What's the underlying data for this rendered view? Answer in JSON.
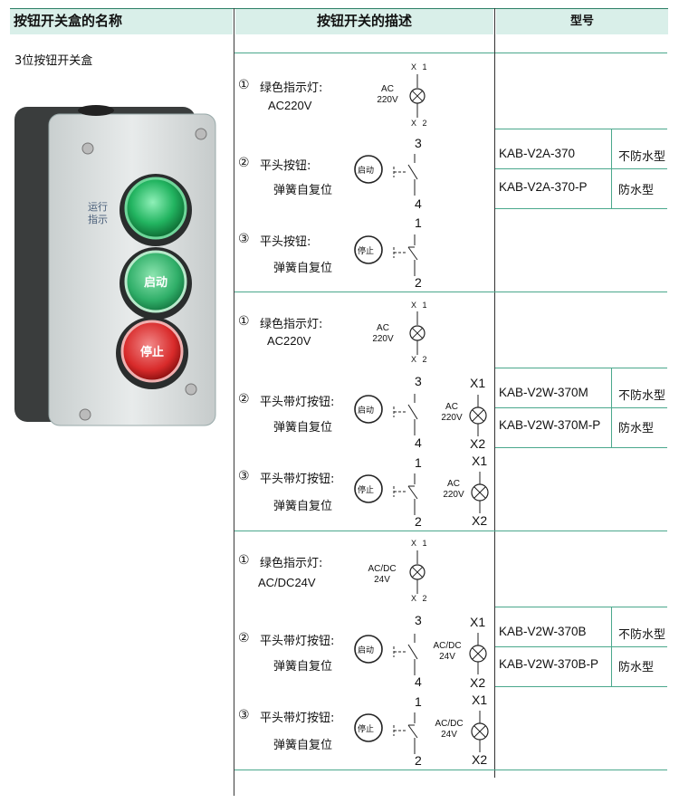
{
  "header": {
    "col_name": "按钮开关盒的名称",
    "col_desc": "按钮开关的描述",
    "col_model": "型号"
  },
  "product": {
    "name": "3位按钮开关盒",
    "label_run_top": "运行",
    "label_run_bottom": "指示",
    "btn_start": "启动",
    "btn_stop": "停止"
  },
  "groups": [
    {
      "items": [
        {
          "num": "①",
          "title": "绿色指示灯:",
          "sub": "AC220V",
          "volt_top": "AC",
          "volt_bottom": "220V",
          "t1": "X 1",
          "t2": "X 2"
        },
        {
          "num": "②",
          "title": "平头按钮:",
          "sub": "弹簧自复位",
          "btn": "启动",
          "t1": "3",
          "t2": "4"
        },
        {
          "num": "③",
          "title": "平头按钮:",
          "sub": "弹簧自复位",
          "btn": "停止",
          "t1": "1",
          "t2": "2"
        }
      ],
      "models": [
        {
          "code": "KAB-V2A-370",
          "type": "不防水型"
        },
        {
          "code": "KAB-V2A-370-P",
          "type": "防水型"
        }
      ]
    },
    {
      "items": [
        {
          "num": "①",
          "title": "绿色指示灯:",
          "sub": "AC220V",
          "volt_top": "AC",
          "volt_bottom": "220V",
          "t1": "X 1",
          "t2": "X 2"
        },
        {
          "num": "②",
          "title": "平头带灯按钮:",
          "sub": "弹簧自复位",
          "btn": "启动",
          "t1": "3",
          "t2": "4",
          "lamp_top": "AC",
          "lamp_bottom": "220V",
          "x1": "X1",
          "x2": "X2"
        },
        {
          "num": "③",
          "title": "平头带灯按钮:",
          "sub": "弹簧自复位",
          "btn": "停止",
          "t1": "1",
          "t2": "2",
          "lamp_top": "AC",
          "lamp_bottom": "220V",
          "x1": "X1",
          "x2": "X2"
        }
      ],
      "models": [
        {
          "code": "KAB-V2W-370M",
          "type": "不防水型"
        },
        {
          "code": "KAB-V2W-370M-P",
          "type": "防水型"
        }
      ]
    },
    {
      "items": [
        {
          "num": "①",
          "title": "绿色指示灯:",
          "sub": "AC/DC24V",
          "volt_top": "AC/DC",
          "volt_bottom": "24V",
          "t1": "X 1",
          "t2": "X 2"
        },
        {
          "num": "②",
          "title": "平头带灯按钮:",
          "sub": "弹簧自复位",
          "btn": "启动",
          "t1": "3",
          "t2": "4",
          "lamp_top": "AC/DC",
          "lamp_bottom": "24V",
          "x1": "X1",
          "x2": "X2"
        },
        {
          "num": "③",
          "title": "平头带灯按钮:",
          "sub": "弹簧自复位",
          "btn": "停止",
          "t1": "1",
          "t2": "2",
          "lamp_top": "AC/DC",
          "lamp_bottom": "24V",
          "x1": "X1",
          "x2": "X2"
        }
      ],
      "models": [
        {
          "code": "KAB-V2W-370B",
          "type": "不防水型"
        },
        {
          "code": "KAB-V2W-370B-P",
          "type": "防水型"
        }
      ]
    }
  ]
}
